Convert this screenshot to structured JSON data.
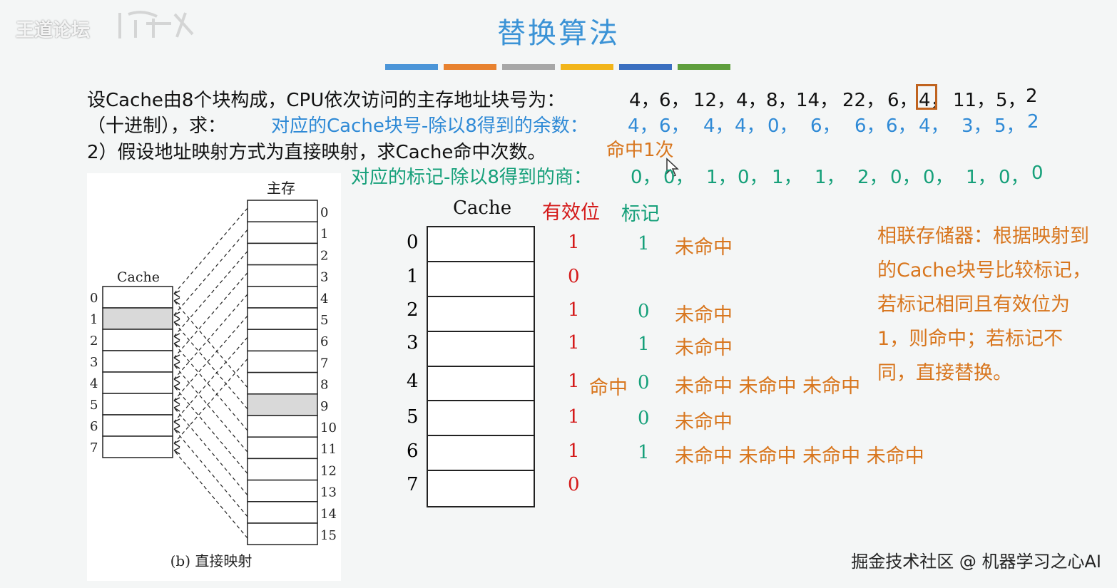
{
  "watermark": {
    "text": "王道论坛",
    "logo_text": "王道"
  },
  "title": "替换算法",
  "colors": {
    "title": "#3b93d6",
    "bars": [
      "#4b95d8",
      "#e8822f",
      "#a7a7a7",
      "#f2b51a",
      "#3a6fc0",
      "#5e9e3d"
    ]
  },
  "problem": {
    "line1_text": "设Cache由8个块构成，CPU依次访问的主存地址块号为：",
    "addresses": [
      "4，",
      "6，",
      "12，",
      "4，",
      "8，",
      "14，",
      "22，",
      "6，",
      "4，",
      "11，",
      "5，",
      "2"
    ],
    "line2_prefix": "（十进制），求：",
    "remainder_label": "对应的Cache块号-除以8得到的余数：",
    "remainders": [
      "4，",
      "6，",
      "4，",
      "4，",
      "0，",
      "6，",
      "6，",
      "6，",
      "4，",
      "3，",
      "5，",
      "2"
    ],
    "line3_text": "2）假设地址映射方式为直接映射，求Cache命中次数。",
    "hit_count": "命中1次",
    "quotient_label": "对应的标记-除以8得到的商：",
    "quotients": [
      "0，",
      "0，",
      "1，",
      "0，",
      "1，",
      "1，",
      "2，",
      "0，",
      "0，",
      "1，",
      "0，",
      "0"
    ]
  },
  "diagram": {
    "memory_label": "主存",
    "cache_label": "Cache",
    "cache_rows": [
      "0",
      "1",
      "2",
      "3",
      "4",
      "5",
      "6",
      "7"
    ],
    "memory_rows": [
      "0",
      "1",
      "2",
      "3",
      "4",
      "5",
      "6",
      "7",
      "8",
      "9",
      "10",
      "11",
      "12",
      "13",
      "14",
      "15"
    ],
    "caption": "(b) 直接映射"
  },
  "table": {
    "cache_header": "Cache",
    "valid_header": "有效位",
    "tag_header": "标记",
    "rows": [
      {
        "index": "0",
        "valid": "1",
        "tag": "1",
        "status": "未命中",
        "hit": ""
      },
      {
        "index": "1",
        "valid": "0",
        "tag": "",
        "status": "",
        "hit": ""
      },
      {
        "index": "2",
        "valid": "1",
        "tag": "0",
        "status": "未命中",
        "hit": ""
      },
      {
        "index": "3",
        "valid": "1",
        "tag": "1",
        "status": "未命中",
        "hit": ""
      },
      {
        "index": "4",
        "valid": "1",
        "tag": "0",
        "status": "未命中 未命中 未命中",
        "hit": "命中"
      },
      {
        "index": "5",
        "valid": "1",
        "tag": "0",
        "status": "未命中",
        "hit": ""
      },
      {
        "index": "6",
        "valid": "1",
        "tag": "1",
        "status": "未命中 未命中  未命中 未命中",
        "hit": ""
      },
      {
        "index": "7",
        "valid": "0",
        "tag": "",
        "status": "",
        "hit": ""
      }
    ]
  },
  "note": "相联存储器：根据映射到的Cache块号比较标记，若标记相同且有效位为1，则命中；若标记不同，直接替换。",
  "footer": "掘金技术社区 @ 机器学习之心AI"
}
